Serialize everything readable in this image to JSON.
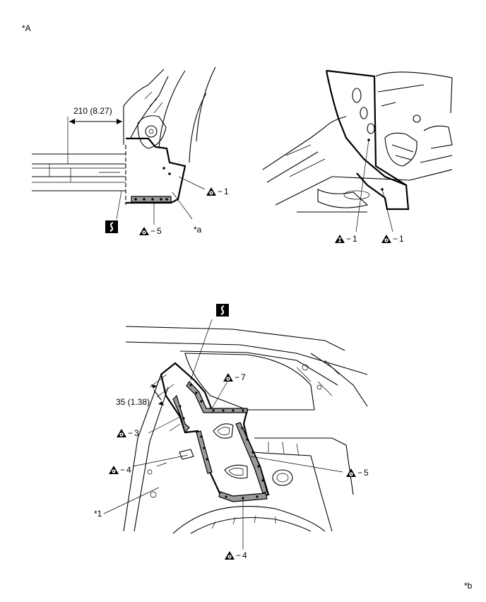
{
  "labels": {
    "view": "*A",
    "callout_a": "*a",
    "callout_b": "*b",
    "callout_1": "*1"
  },
  "dimensions": {
    "top_left": "210 (8.27)",
    "bottom": "35 (1.38)"
  },
  "weld_markers": {
    "tl_right": "1",
    "tl_bottom": "5",
    "tr_left": "1",
    "tr_right": "1",
    "b_7": "7",
    "b_3": "3",
    "b_4_left": "4",
    "b_5": "5",
    "b_4_bottom": "4"
  },
  "icons": {
    "spot_weld": "spot-weld-icon",
    "plug_weld": "plug-weld-icon",
    "cut": "cut-section-icon"
  }
}
